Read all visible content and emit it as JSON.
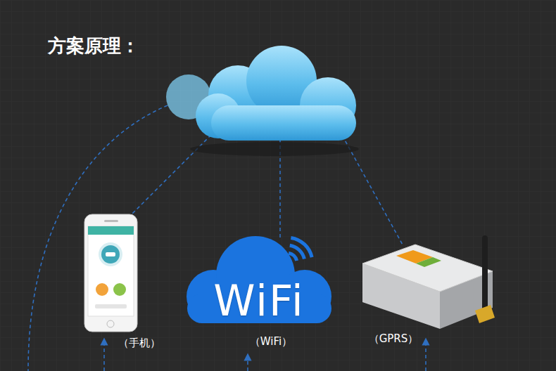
{
  "diagram": {
    "title": "方案原理：",
    "nodes": [
      {
        "text": [
          "（手机）"
        ]
      },
      {
        "text": [
          "WiFi",
          "（WiFi）"
        ]
      },
      {
        "text": [
          "（GPRS）"
        ]
      }
    ]
  }
}
